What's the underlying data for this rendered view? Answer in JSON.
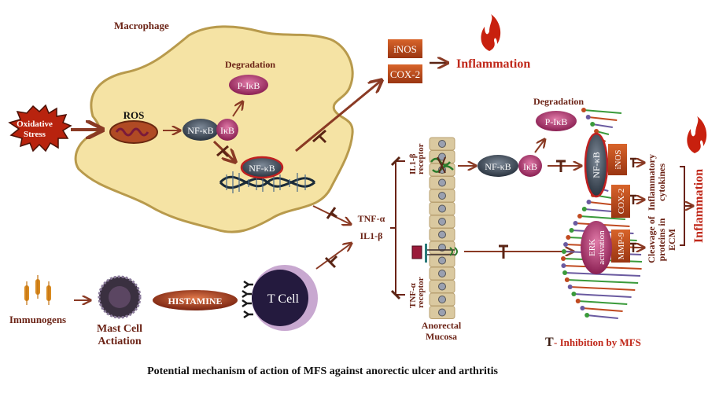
{
  "colors": {
    "cell_fill": "#f5e3a4",
    "cell_border": "#b89a4c",
    "arrow": "#8a3a24",
    "label_maroon": "#6b2316",
    "inflammation_red": "#c0281a",
    "nfkb_oval": "#3e4a58",
    "pikb_oval": "#b0346e",
    "box_orange": "#c4501e",
    "tcell": "#241a3e",
    "tcell_ring": "#c8a8d0"
  },
  "macrophage": {
    "title": "Macrophage",
    "ros": "ROS",
    "degradation": "Degradation",
    "p_ikb": "P-IκB",
    "nfkb": "NF-κB",
    "ikb": "IκB",
    "nfkb_nucleus": "NF-κB"
  },
  "oxidative_stress": {
    "line1": "Oxidative",
    "line2": "Stress"
  },
  "top_outputs": {
    "inos": "iNOS",
    "cox2": "COX-2",
    "inflammation": "Inflammation"
  },
  "cytokines": {
    "tnf": "TNF-α",
    "il1": "IL1-β"
  },
  "mucosa": {
    "il1_receptor_l1": "IL1-β",
    "il1_receptor_l2": "receptor",
    "tnf_receptor_l1": "TNF-α",
    "tnf_receptor_l2": "receptor",
    "label_l1": "Anorectal",
    "label_l2": "Mucosa"
  },
  "right_pathway": {
    "degradation": "Degradation",
    "p_ikb": "P-IκB",
    "nfkb": "NF-κB",
    "ikb": "IκB",
    "nfkb_vertical": "NF-κB",
    "inos": "iNOS",
    "cox2": "COX-2",
    "mmp9": "MMP-9",
    "erk_l1": "ERK",
    "erk_l2": "activation",
    "inflammatory_l1": "Inflammatory",
    "inflammatory_l2": "cytokines",
    "cleavage_l1": "Cleavage of",
    "cleavage_l2": "proteins in",
    "cleavage_l3": "ECM",
    "inflammation": "Inflammation"
  },
  "bottom_left": {
    "immunogens": "Immunogens",
    "mast_l1": "Mast Cell",
    "mast_l2": "Actiation",
    "histamine": "HISTAMINE",
    "tcell": "T Cell"
  },
  "legend": {
    "symbol": "T",
    "text": "- Inhibition by MFS"
  },
  "caption": "Potential mechanism of action of MFS against anorectic ulcer and arthritis"
}
